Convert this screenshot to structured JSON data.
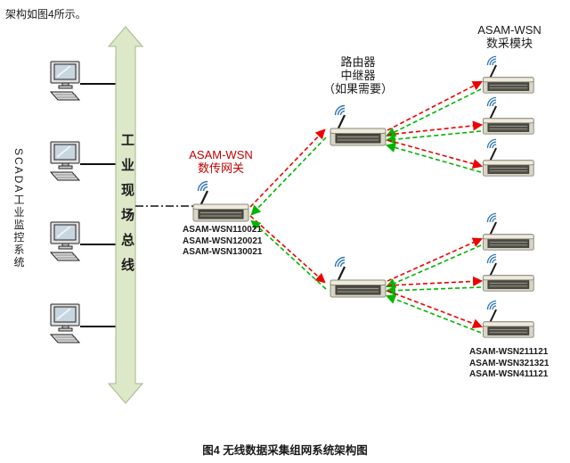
{
  "page": {
    "intro_text": "架构如图4所示。",
    "caption": "图4 无线数据采集组网系统架构图"
  },
  "scada_system": {
    "label": "SCADA工业监控系统"
  },
  "field_bus": {
    "label": "工业现场总线"
  },
  "gateway": {
    "name_en": "ASAM-WSN",
    "name_cn": "数传网关",
    "device_ids": [
      "ASAM-WSN110021",
      "ASAM-WSN120021",
      "ASAM-WSN130021"
    ]
  },
  "repeater": {
    "label_line1": "路由器",
    "label_line2": "中继器",
    "label_line3": "（如果需要）"
  },
  "daq_modules": {
    "name_en": "ASAM-WSN",
    "name_cn": "数采模块",
    "device_ids": [
      "ASAM-WSN211121",
      "ASAM-WSN321321",
      "ASAM-WSN411121"
    ]
  },
  "legend_colors": {
    "downstream": "#ee0000",
    "upstream": "#00b500",
    "bus_fill": "#dde8c8",
    "gateway_label_red": "#c00000"
  },
  "icons": {
    "computer": "desktop-pc",
    "wsn_device": "wireless-module-with-antenna",
    "field_bus": "vertical-double-arrow"
  }
}
